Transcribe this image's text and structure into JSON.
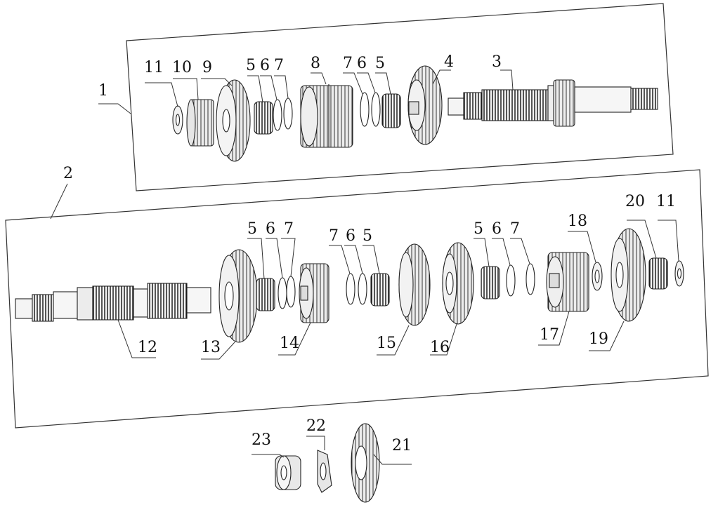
{
  "labels": {
    "l1": "1",
    "l2": "2",
    "l3": "3",
    "l4": "4",
    "l5a": "5",
    "l6a": "6",
    "l7a": "7",
    "l8": "8",
    "l7b": "7",
    "l6b": "6",
    "l5b": "5",
    "l9": "9",
    "l10": "10",
    "l11a": "11",
    "l5c": "5",
    "l6c": "6",
    "l7c": "7",
    "l7d": "7",
    "l6d": "6",
    "l5d": "5",
    "l5e": "5",
    "l6e": "6",
    "l7e": "7",
    "l18": "18",
    "l20": "20",
    "l11b": "11",
    "l12": "12",
    "l13": "13",
    "l14": "14",
    "l15": "15",
    "l16": "16",
    "l17": "17",
    "l19": "19",
    "l21": "21",
    "l22": "22",
    "l23": "23"
  }
}
